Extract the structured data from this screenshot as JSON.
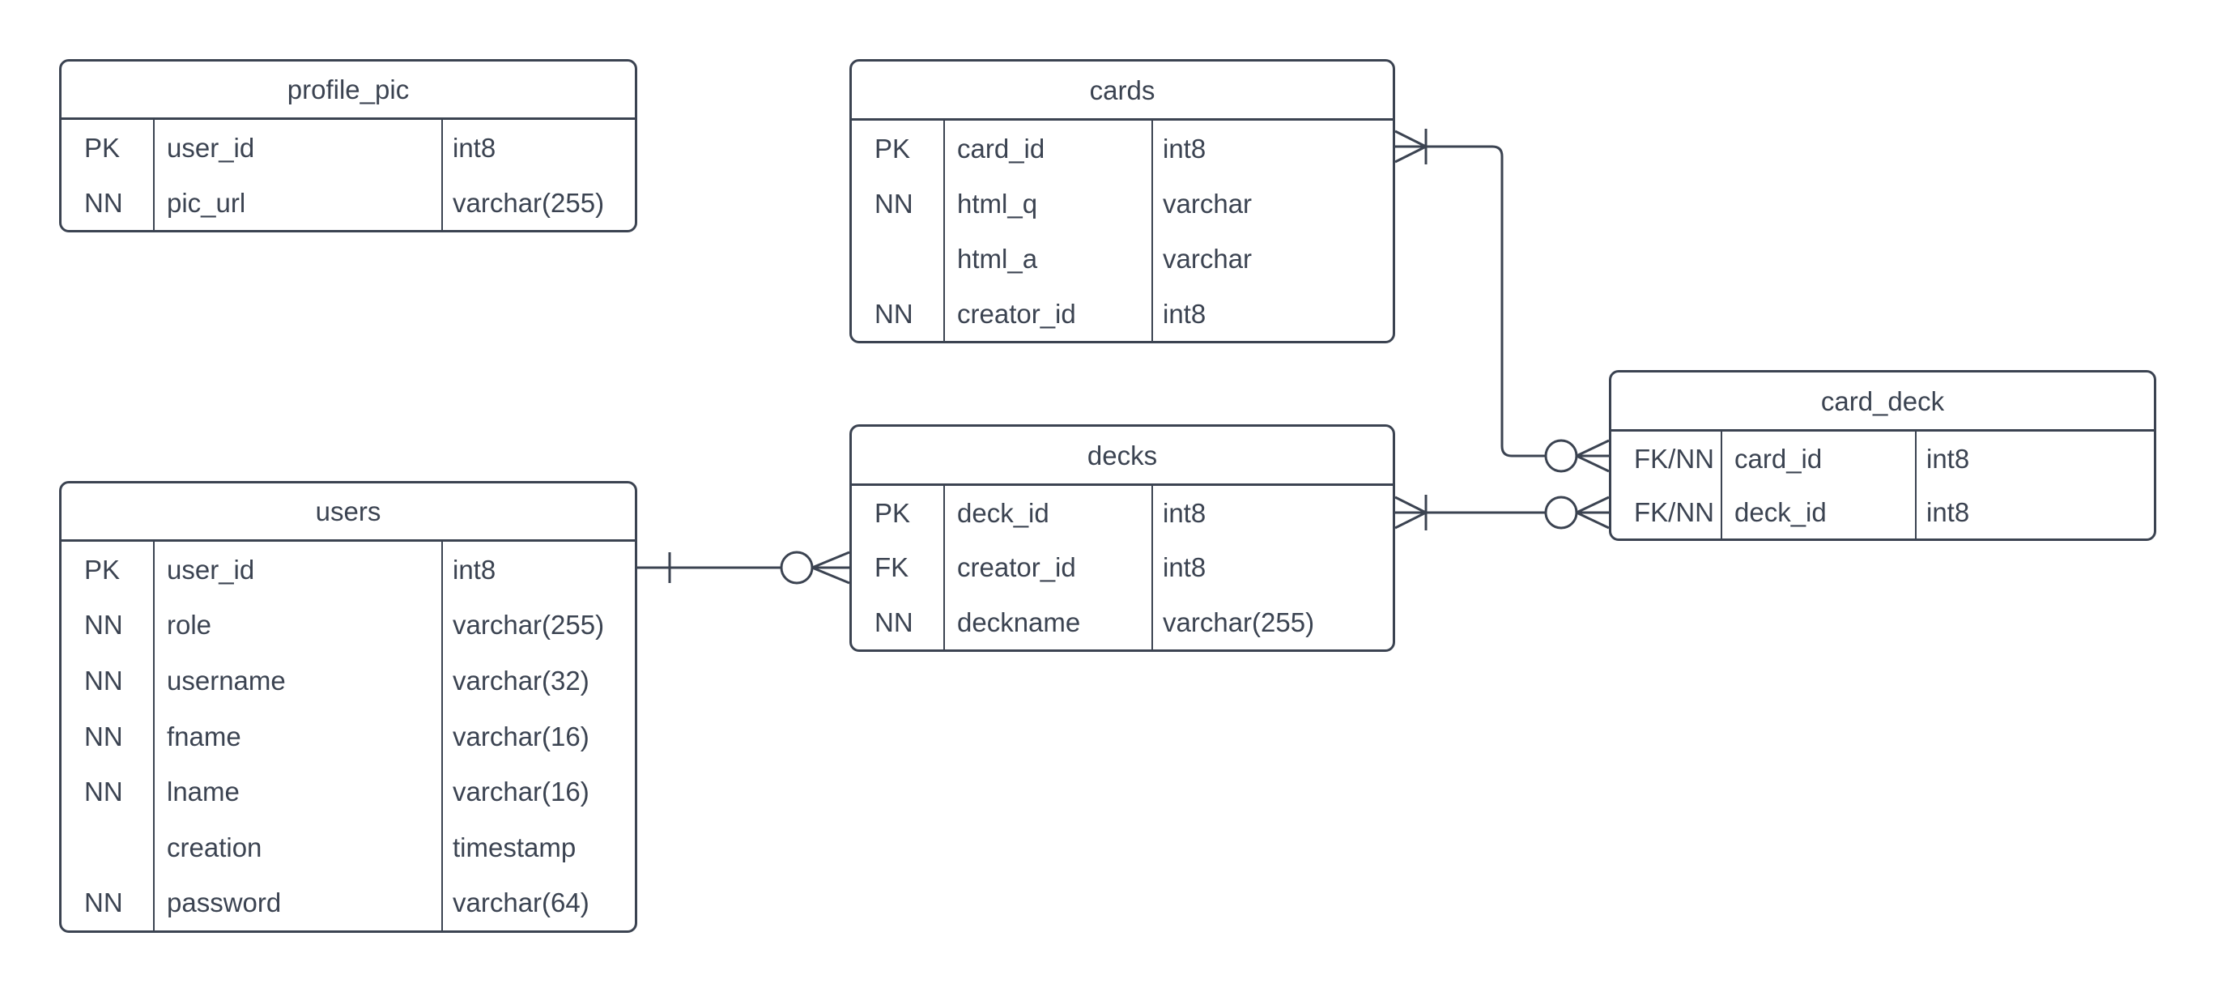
{
  "diagram_type": "entity-relationship-diagram",
  "colors": {
    "line": "#3b4351",
    "text": "#3b4351",
    "table_background": "#ffffff",
    "canvas_background": "#ffffff"
  },
  "tables": [
    {
      "title": "profile_pic",
      "rows": [
        {
          "key": "PK",
          "name": "user_id",
          "type": "int8"
        },
        {
          "key": "NN",
          "name": "pic_url",
          "type": "varchar(255)"
        }
      ]
    },
    {
      "title": "cards",
      "rows": [
        {
          "key": "PK",
          "name": "card_id",
          "type": "int8"
        },
        {
          "key": "NN",
          "name": "html_q",
          "type": "varchar"
        },
        {
          "key": "",
          "name": "html_a",
          "type": "varchar"
        },
        {
          "key": "NN",
          "name": "creator_id",
          "type": "int8"
        }
      ]
    },
    {
      "title": "users",
      "rows": [
        {
          "key": "PK",
          "name": "user_id",
          "type": "int8"
        },
        {
          "key": "NN",
          "name": "role",
          "type": "varchar(255)"
        },
        {
          "key": "NN",
          "name": "username",
          "type": "varchar(32)"
        },
        {
          "key": "NN",
          "name": "fname",
          "type": "varchar(16)"
        },
        {
          "key": "NN",
          "name": "lname",
          "type": "varchar(16)"
        },
        {
          "key": "",
          "name": "creation",
          "type": "timestamp"
        },
        {
          "key": "NN",
          "name": "password",
          "type": "varchar(64)"
        }
      ]
    },
    {
      "title": "decks",
      "rows": [
        {
          "key": "PK",
          "name": "deck_id",
          "type": "int8"
        },
        {
          "key": "FK",
          "name": "creator_id",
          "type": "int8"
        },
        {
          "key": "NN",
          "name": "deckname",
          "type": "varchar(255)"
        }
      ]
    },
    {
      "title": "card_deck",
      "rows": [
        {
          "key": "FK/NN",
          "name": "card_id",
          "type": "int8"
        },
        {
          "key": "FK/NN",
          "name": "deck_id",
          "type": "int8"
        }
      ]
    }
  ],
  "relationships": [
    {
      "from_table": "users",
      "from_column": "user_id",
      "to_table": "decks",
      "to_column": "creator_id",
      "from_cardinality": "one",
      "to_cardinality": "zero-or-many"
    },
    {
      "from_table": "cards",
      "from_column": "card_id",
      "to_table": "card_deck",
      "to_column": "card_id",
      "from_cardinality": "one-or-many",
      "to_cardinality": "zero-or-many"
    },
    {
      "from_table": "decks",
      "from_column": "deck_id",
      "to_table": "card_deck",
      "to_column": "deck_id",
      "from_cardinality": "one-or-many",
      "to_cardinality": "zero-or-many"
    }
  ]
}
